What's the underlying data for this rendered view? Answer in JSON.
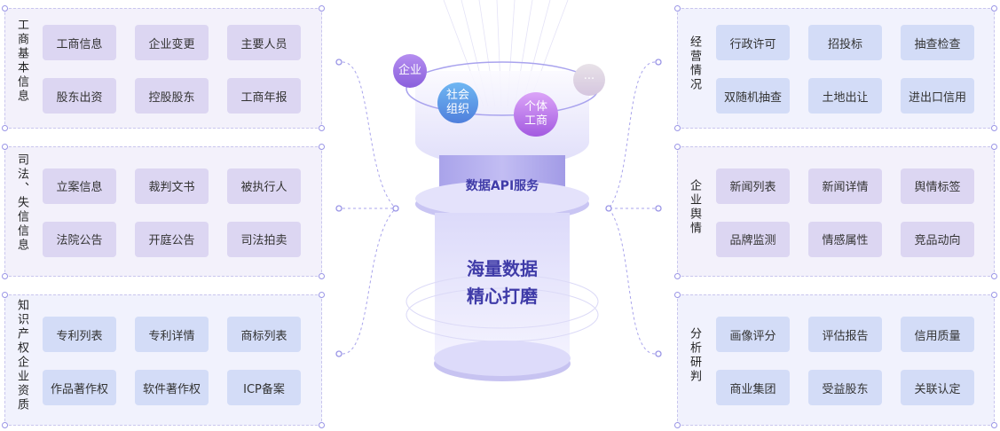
{
  "left_panels": [
    {
      "title": "工商基本信息",
      "items": [
        "工商信息",
        "企业变更",
        "主要人员",
        "股东出资",
        "控股股东",
        "工商年报"
      ]
    },
    {
      "title": "司法、失信信息",
      "items": [
        "立案信息",
        "裁判文书",
        "被执行人",
        "法院公告",
        "开庭公告",
        "司法拍卖"
      ]
    },
    {
      "title": "知识产权企业资质",
      "items": [
        "专利列表",
        "专利详情",
        "商标列表",
        "作品著作权",
        "软件著作权",
        "ICP备案"
      ]
    }
  ],
  "right_panels": [
    {
      "title": "经营情况",
      "items": [
        "行政许可",
        "招投标",
        "抽查检查",
        "双随机抽查",
        "土地出让",
        "进出口信用"
      ]
    },
    {
      "title": "企业舆情",
      "items": [
        "新闻列表",
        "新闻详情",
        "舆情标签",
        "品牌监测",
        "情感属性",
        "竞品动向"
      ]
    },
    {
      "title": "分析研判",
      "items": [
        "画像评分",
        "评估报告",
        "信用质量",
        "商业集团",
        "受益股东",
        "关联认定"
      ]
    }
  ],
  "center": {
    "bubbles": [
      "企业",
      "社会组织",
      "个体工商",
      "···"
    ],
    "api_label": "数据API服务",
    "slogan_line1": "海量数据",
    "slogan_line2": "精心打磨"
  }
}
